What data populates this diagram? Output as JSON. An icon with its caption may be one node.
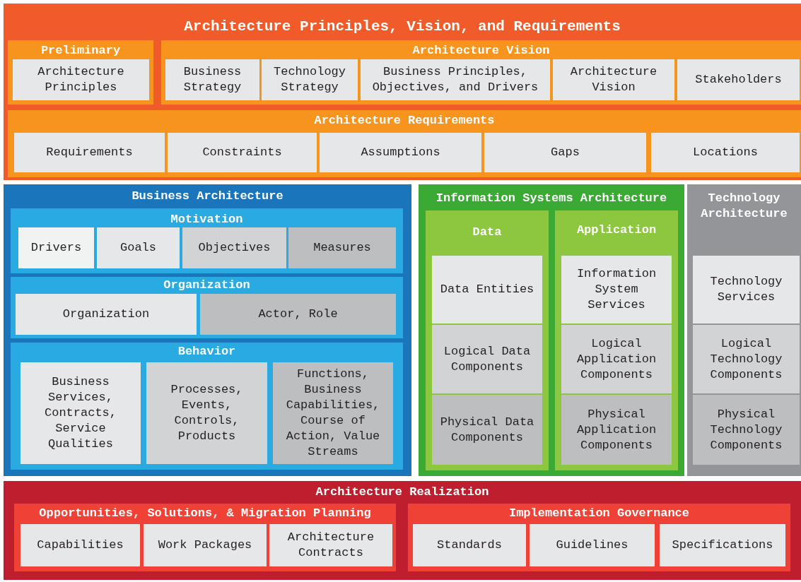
{
  "diagram": {
    "nodes": [
      {
        "text": [
          "Architecture Principles, Vision, and Requirements"
        ]
      },
      {
        "text": [
          "Preliminary"
        ],
        "in": 0
      },
      {
        "text": [
          "Architecture Principles"
        ],
        "in": 1
      },
      {
        "text": [
          "Architecture Vision"
        ],
        "in": 0
      },
      {
        "text": [
          "Business Strategy"
        ],
        "in": 3
      },
      {
        "text": [
          "Technology Strategy"
        ],
        "in": 3
      },
      {
        "text": [
          "Business Principles, Objectives, and Drivers"
        ],
        "in": 3
      },
      {
        "text": [
          "Architecture Vision"
        ],
        "in": 3
      },
      {
        "text": [
          "Stakeholders"
        ],
        "in": 3
      },
      {
        "text": [
          "Architecture Requirements"
        ],
        "in": 0
      },
      {
        "text": [
          "Requirements"
        ],
        "in": 9
      },
      {
        "text": [
          "Constraints"
        ],
        "in": 9
      },
      {
        "text": [
          "Assumptions"
        ],
        "in": 9
      },
      {
        "text": [
          "Gaps"
        ],
        "in": 9
      },
      {
        "text": [
          "Locations"
        ],
        "in": 9
      },
      {
        "text": [
          "Business Architecture"
        ]
      },
      {
        "text": [
          "Motivation"
        ],
        "in": 15
      },
      {
        "text": [
          "Drivers"
        ],
        "in": 16
      },
      {
        "text": [
          "Goals"
        ],
        "in": 16
      },
      {
        "text": [
          "Objectives"
        ],
        "in": 16
      },
      {
        "text": [
          "Measures"
        ],
        "in": 16
      },
      {
        "text": [
          "Organization"
        ],
        "in": 15
      },
      {
        "text": [
          "Organization"
        ],
        "in": 21
      },
      {
        "text": [
          "Actor, Role"
        ],
        "in": 21
      },
      {
        "text": [
          "Behavior"
        ],
        "in": 15
      },
      {
        "text": [
          "Business Services, Contracts, Service Qualities"
        ],
        "in": 24
      },
      {
        "text": [
          "Processes, Events, Controls, Products"
        ],
        "in": 24
      },
      {
        "text": [
          "Functions, Business Capabilities, Course of Action, Value Streams"
        ],
        "in": 24
      },
      {
        "text": [
          "Information Systems Architecture"
        ]
      },
      {
        "text": [
          "Data"
        ],
        "in": 28
      },
      {
        "text": [
          "Data Entities"
        ],
        "in": 29
      },
      {
        "text": [
          "Logical Data Components"
        ],
        "in": 29
      },
      {
        "text": [
          "Physical Data Components"
        ],
        "in": 29
      },
      {
        "text": [
          "Application"
        ],
        "in": 28
      },
      {
        "text": [
          "Information System Services"
        ],
        "in": 33
      },
      {
        "text": [
          "Logical Application Components"
        ],
        "in": 33
      },
      {
        "text": [
          "Physical Application Components"
        ],
        "in": 33
      },
      {
        "text": [
          "Technology Architecture"
        ]
      },
      {
        "text": [
          "Technology Services"
        ],
        "in": 37
      },
      {
        "text": [
          "Logical Technology Components"
        ],
        "in": 37
      },
      {
        "text": [
          "Physical Technology Components"
        ],
        "in": 37
      },
      {
        "text": [
          "Architecture Realization"
        ]
      },
      {
        "text": [
          "Opportunities, Solutions, & Migration Planning"
        ],
        "in": 41
      },
      {
        "text": [
          "Capabilities"
        ],
        "in": 42
      },
      {
        "text": [
          "Work Packages"
        ],
        "in": 42
      },
      {
        "text": [
          "Architecture Contracts"
        ],
        "in": 42
      },
      {
        "text": [
          "Implementation Governance"
        ],
        "in": 41
      },
      {
        "text": [
          "Standards"
        ],
        "in": 46
      },
      {
        "text": [
          "Guidelines"
        ],
        "in": 46
      },
      {
        "text": [
          "Specifications"
        ],
        "in": 46
      }
    ]
  }
}
